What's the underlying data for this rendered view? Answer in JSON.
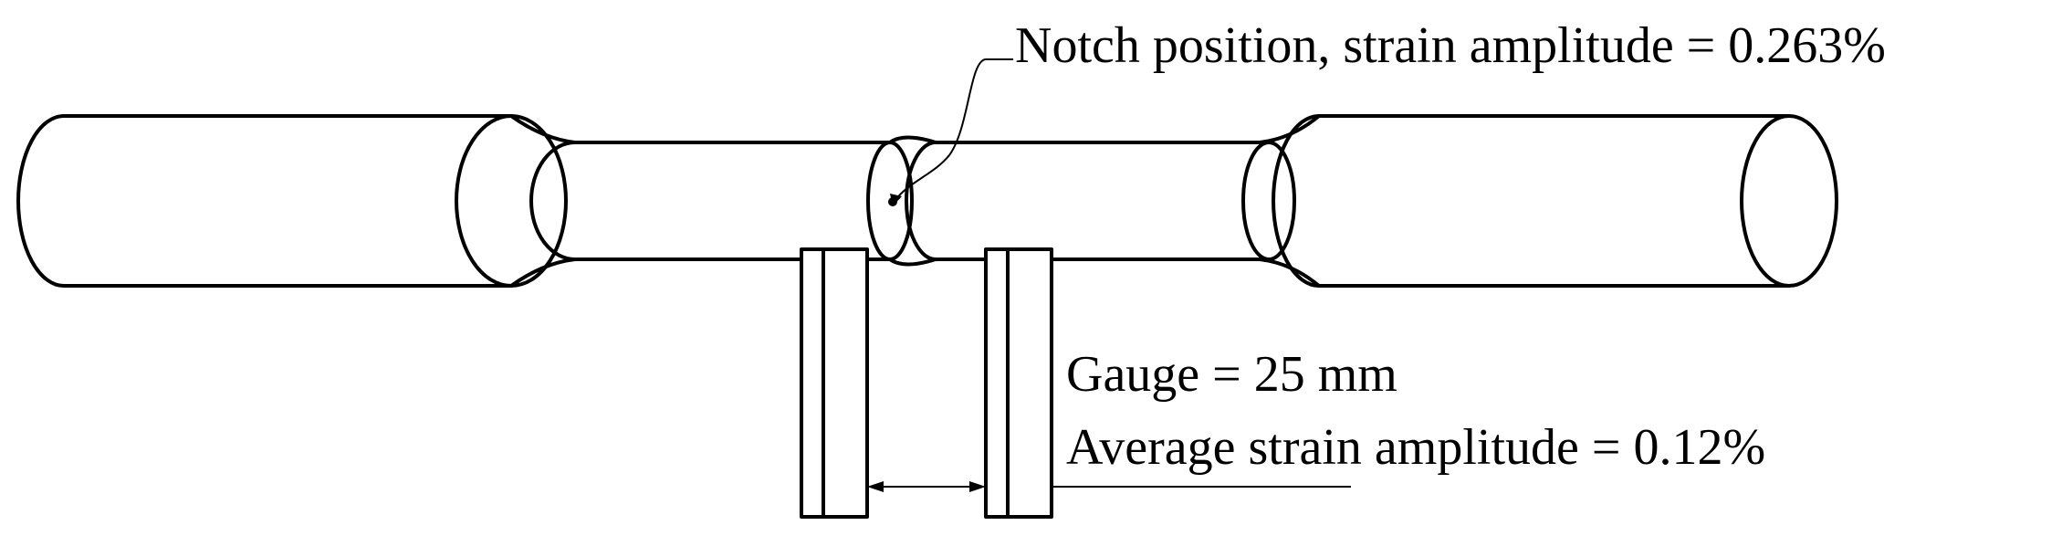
{
  "annotations": {
    "notch": "Notch position, strain amplitude = 0.263%",
    "gauge": "Gauge = 25 mm",
    "average": "Average strain amplitude = 0.12%"
  },
  "colors": {
    "line": "#000000",
    "background": "#ffffff"
  }
}
